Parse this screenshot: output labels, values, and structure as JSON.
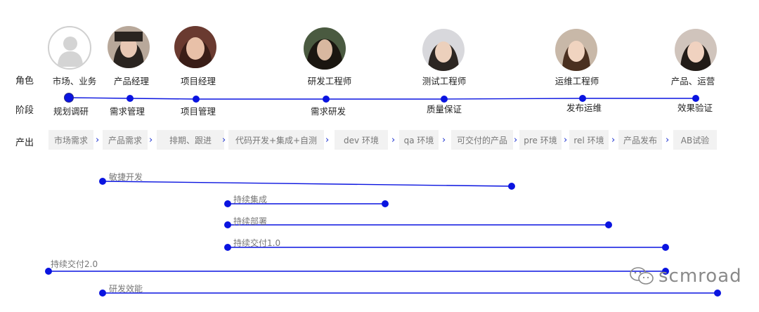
{
  "row_labels": {
    "role": "角色",
    "stage": "阶段",
    "output": "产出"
  },
  "roles": [
    "市场、业务",
    "产品经理",
    "项目经理",
    "研发工程师",
    "测试工程师",
    "运维工程师",
    "产品、运营"
  ],
  "stages": [
    "规划调研",
    "需求管理",
    "项目管理",
    "需求研发",
    "质量保证",
    "发布运维",
    "效果验证"
  ],
  "outputs": [
    "市场需求",
    "产品需求",
    "排期、跟进",
    "代码开发+集成+自测",
    "dev 环境",
    "qa 环境",
    "可交付的产品",
    "pre 环境",
    "rel 环境",
    "产品发布",
    "AB试验"
  ],
  "practices": [
    "敏捷开发",
    "持续集成",
    "持续部署",
    "持续交付1.0",
    "持续交付2.0",
    "研发效能"
  ],
  "watermark": "scmroad",
  "colors": {
    "accent": "#0a14e0",
    "box_bg": "#f2f2f2"
  }
}
